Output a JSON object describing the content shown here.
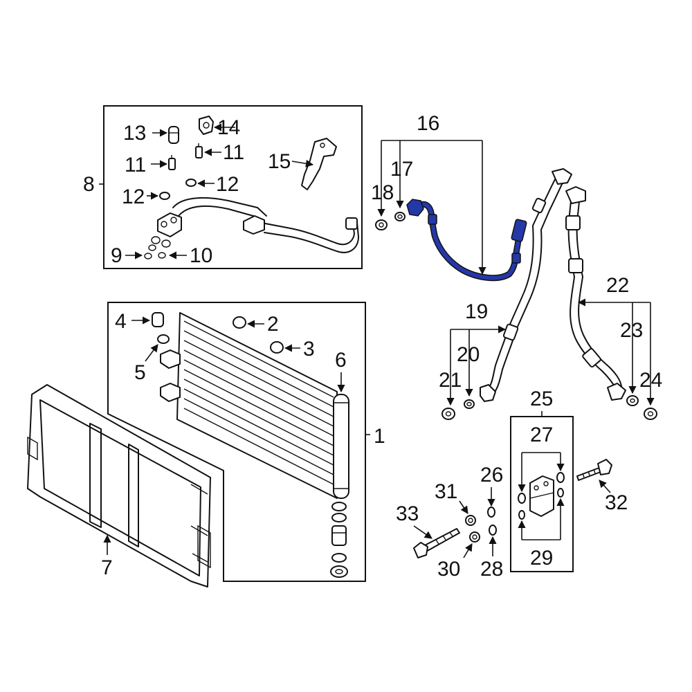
{
  "colors": {
    "highlight": "#2538a8",
    "line": "#111111",
    "background": "#ffffff"
  },
  "highlighted_part": "16",
  "callouts": {
    "c1": "1",
    "c2": "2",
    "c3": "3",
    "c4": "4",
    "c5": "5",
    "c6": "6",
    "c7": "7",
    "c8": "8",
    "c9": "9",
    "c10": "10",
    "c11a": "11",
    "c11b": "11",
    "c12a": "12",
    "c12b": "12",
    "c13": "13",
    "c14": "14",
    "c15": "15",
    "c16": "16",
    "c17": "17",
    "c18": "18",
    "c19": "19",
    "c20": "20",
    "c21": "21",
    "c22": "22",
    "c23": "23",
    "c24": "24",
    "c25": "25",
    "c26": "26",
    "c27": "27",
    "c28": "28",
    "c29": "29",
    "c30": "30",
    "c31": "31",
    "c32": "32",
    "c33": "33"
  }
}
